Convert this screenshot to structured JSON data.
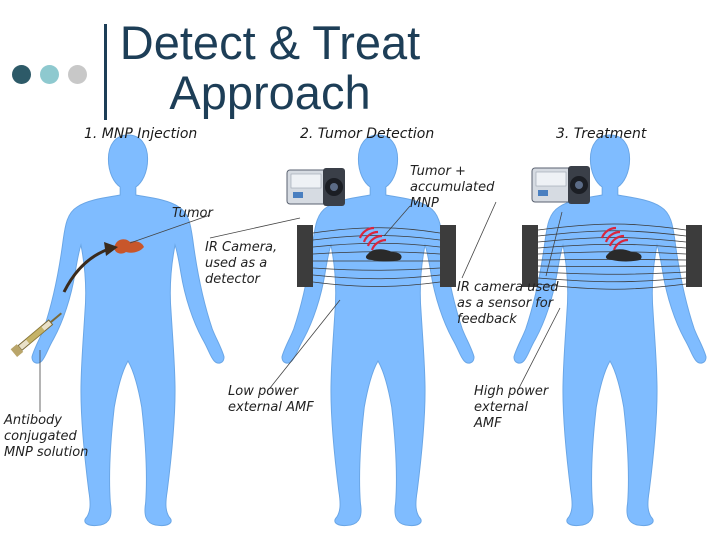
{
  "title": "Detect & Treat Approach",
  "steps": {
    "step1": "1. MNP Injection",
    "step2": "2. Tumor Detection",
    "step3": "3. Treatment"
  },
  "labels": {
    "tumor": "Tumor",
    "ir_camera": "IR Camera,\nused as a\ndetector",
    "antibody": "Antibody\nconjugated\nMNP solution",
    "low_power": "Low power\nexternal AMF",
    "tumor_mnp": "Tumor +\naccumulated\nMNP",
    "ir_sensor": "IR camera used\nas a sensor for\nfeedback",
    "high_power": "High power\nexternal\nAMF"
  },
  "colors": {
    "body": "#7fbcff",
    "tumor": "#c8562b",
    "title": "#1d3e57",
    "dot1": "#2d5a68",
    "dot2": "#8ec9cf",
    "dot3": "#c8c8c8",
    "coil": "#444444",
    "heat": "#d9263e"
  }
}
